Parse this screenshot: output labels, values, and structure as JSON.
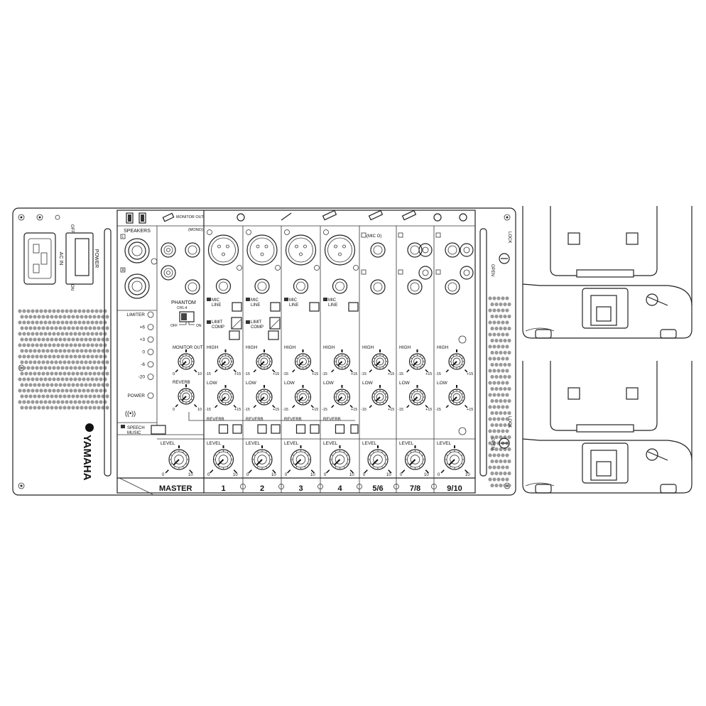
{
  "brand": "YAMAHA",
  "power": {
    "off_label": "OFF",
    "on_label": "ON",
    "switch_label": "POWER",
    "ac_label": "AC IN"
  },
  "master": {
    "speakers_label": "SPEAKERS",
    "speaker_l": "L",
    "speaker_r": "R",
    "monitor_out_label": "MONITOR OUT",
    "mono_label": "(MONO)",
    "phantom_label": "PHANTOM",
    "phantom_sub": "CH1-4",
    "phantom_off": "OFF",
    "phantom_on": "ON",
    "meter": [
      "LIMITER",
      "+6",
      "+3",
      "0",
      "-6",
      "-20"
    ],
    "power_led": "POWER",
    "monitor_knob": "MONITOR OUT",
    "reverb_knob": "REVERB",
    "knob_min": "0",
    "knob_max": "10",
    "speech_label": "SPEECH",
    "music_label": "MUSIC",
    "bt_symbol": "((•))",
    "level_label": "LEVEL",
    "name": "MASTER"
  },
  "channel_common": {
    "high": "HIGH",
    "low": "LOW",
    "eq_min": "-15",
    "eq_max": "+15",
    "reverb": "REVERB",
    "level": "LEVEL",
    "lvl_min": "0",
    "lvl_max": "10",
    "mic": "MIC",
    "line": "LINE",
    "limit": "LIMIT",
    "comp": "COMP",
    "mic_o": "(MIC  O)",
    "l": "L",
    "r": "R"
  },
  "channels": [
    "1",
    "2",
    "3",
    "4",
    "5/6",
    "7/8",
    "9/10"
  ],
  "lock": {
    "lock_label": "LOCK",
    "open_label": "OPEN"
  }
}
